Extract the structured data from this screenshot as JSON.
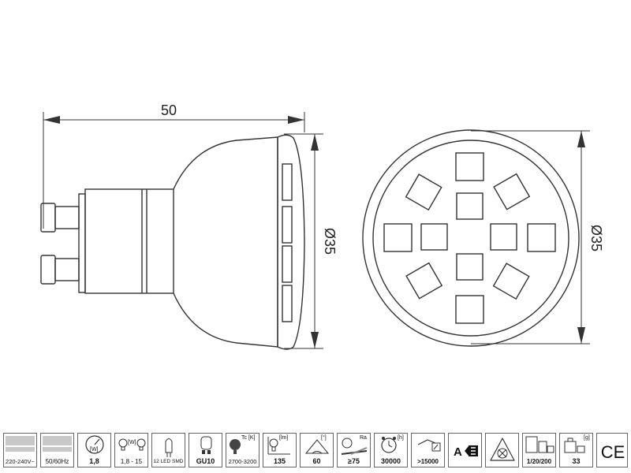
{
  "drawing": {
    "length_label": "50",
    "side_diameter_label": "Ø35",
    "front_diameter_label": "Ø35"
  },
  "specs": {
    "voltage": "220-240V~",
    "frequency": "50/60Hz",
    "power_unit": "[W]",
    "power_value": "1,8",
    "equivalent_unit": "[W]",
    "equivalent_value": "1,8 - 15",
    "led_value": "12 LED SMD",
    "socket_value": "GU10",
    "color_temp_unit": "Tc [K]",
    "color_temp_value": "2700-3200",
    "lumen_unit": "[lm]",
    "lumen_value": "135",
    "angle_unit": "[°]",
    "angle_value": "60",
    "cri_unit": "Ra",
    "cri_value": "≥75",
    "lifetime_unit": "[h]",
    "lifetime_value": "30000",
    "cycles_value": ">15000",
    "energy_class": "A",
    "packaging_value": "1/20/200",
    "weight_unit": "[g]",
    "weight_value": "33",
    "ce_mark": "CE"
  },
  "icons": [
    "bulb-icon",
    "led-icon",
    "socket-icon",
    "clock-icon",
    "switch-icon",
    "no-dimmer-icon",
    "package-icon",
    "weight-icon",
    "ce-icon"
  ]
}
